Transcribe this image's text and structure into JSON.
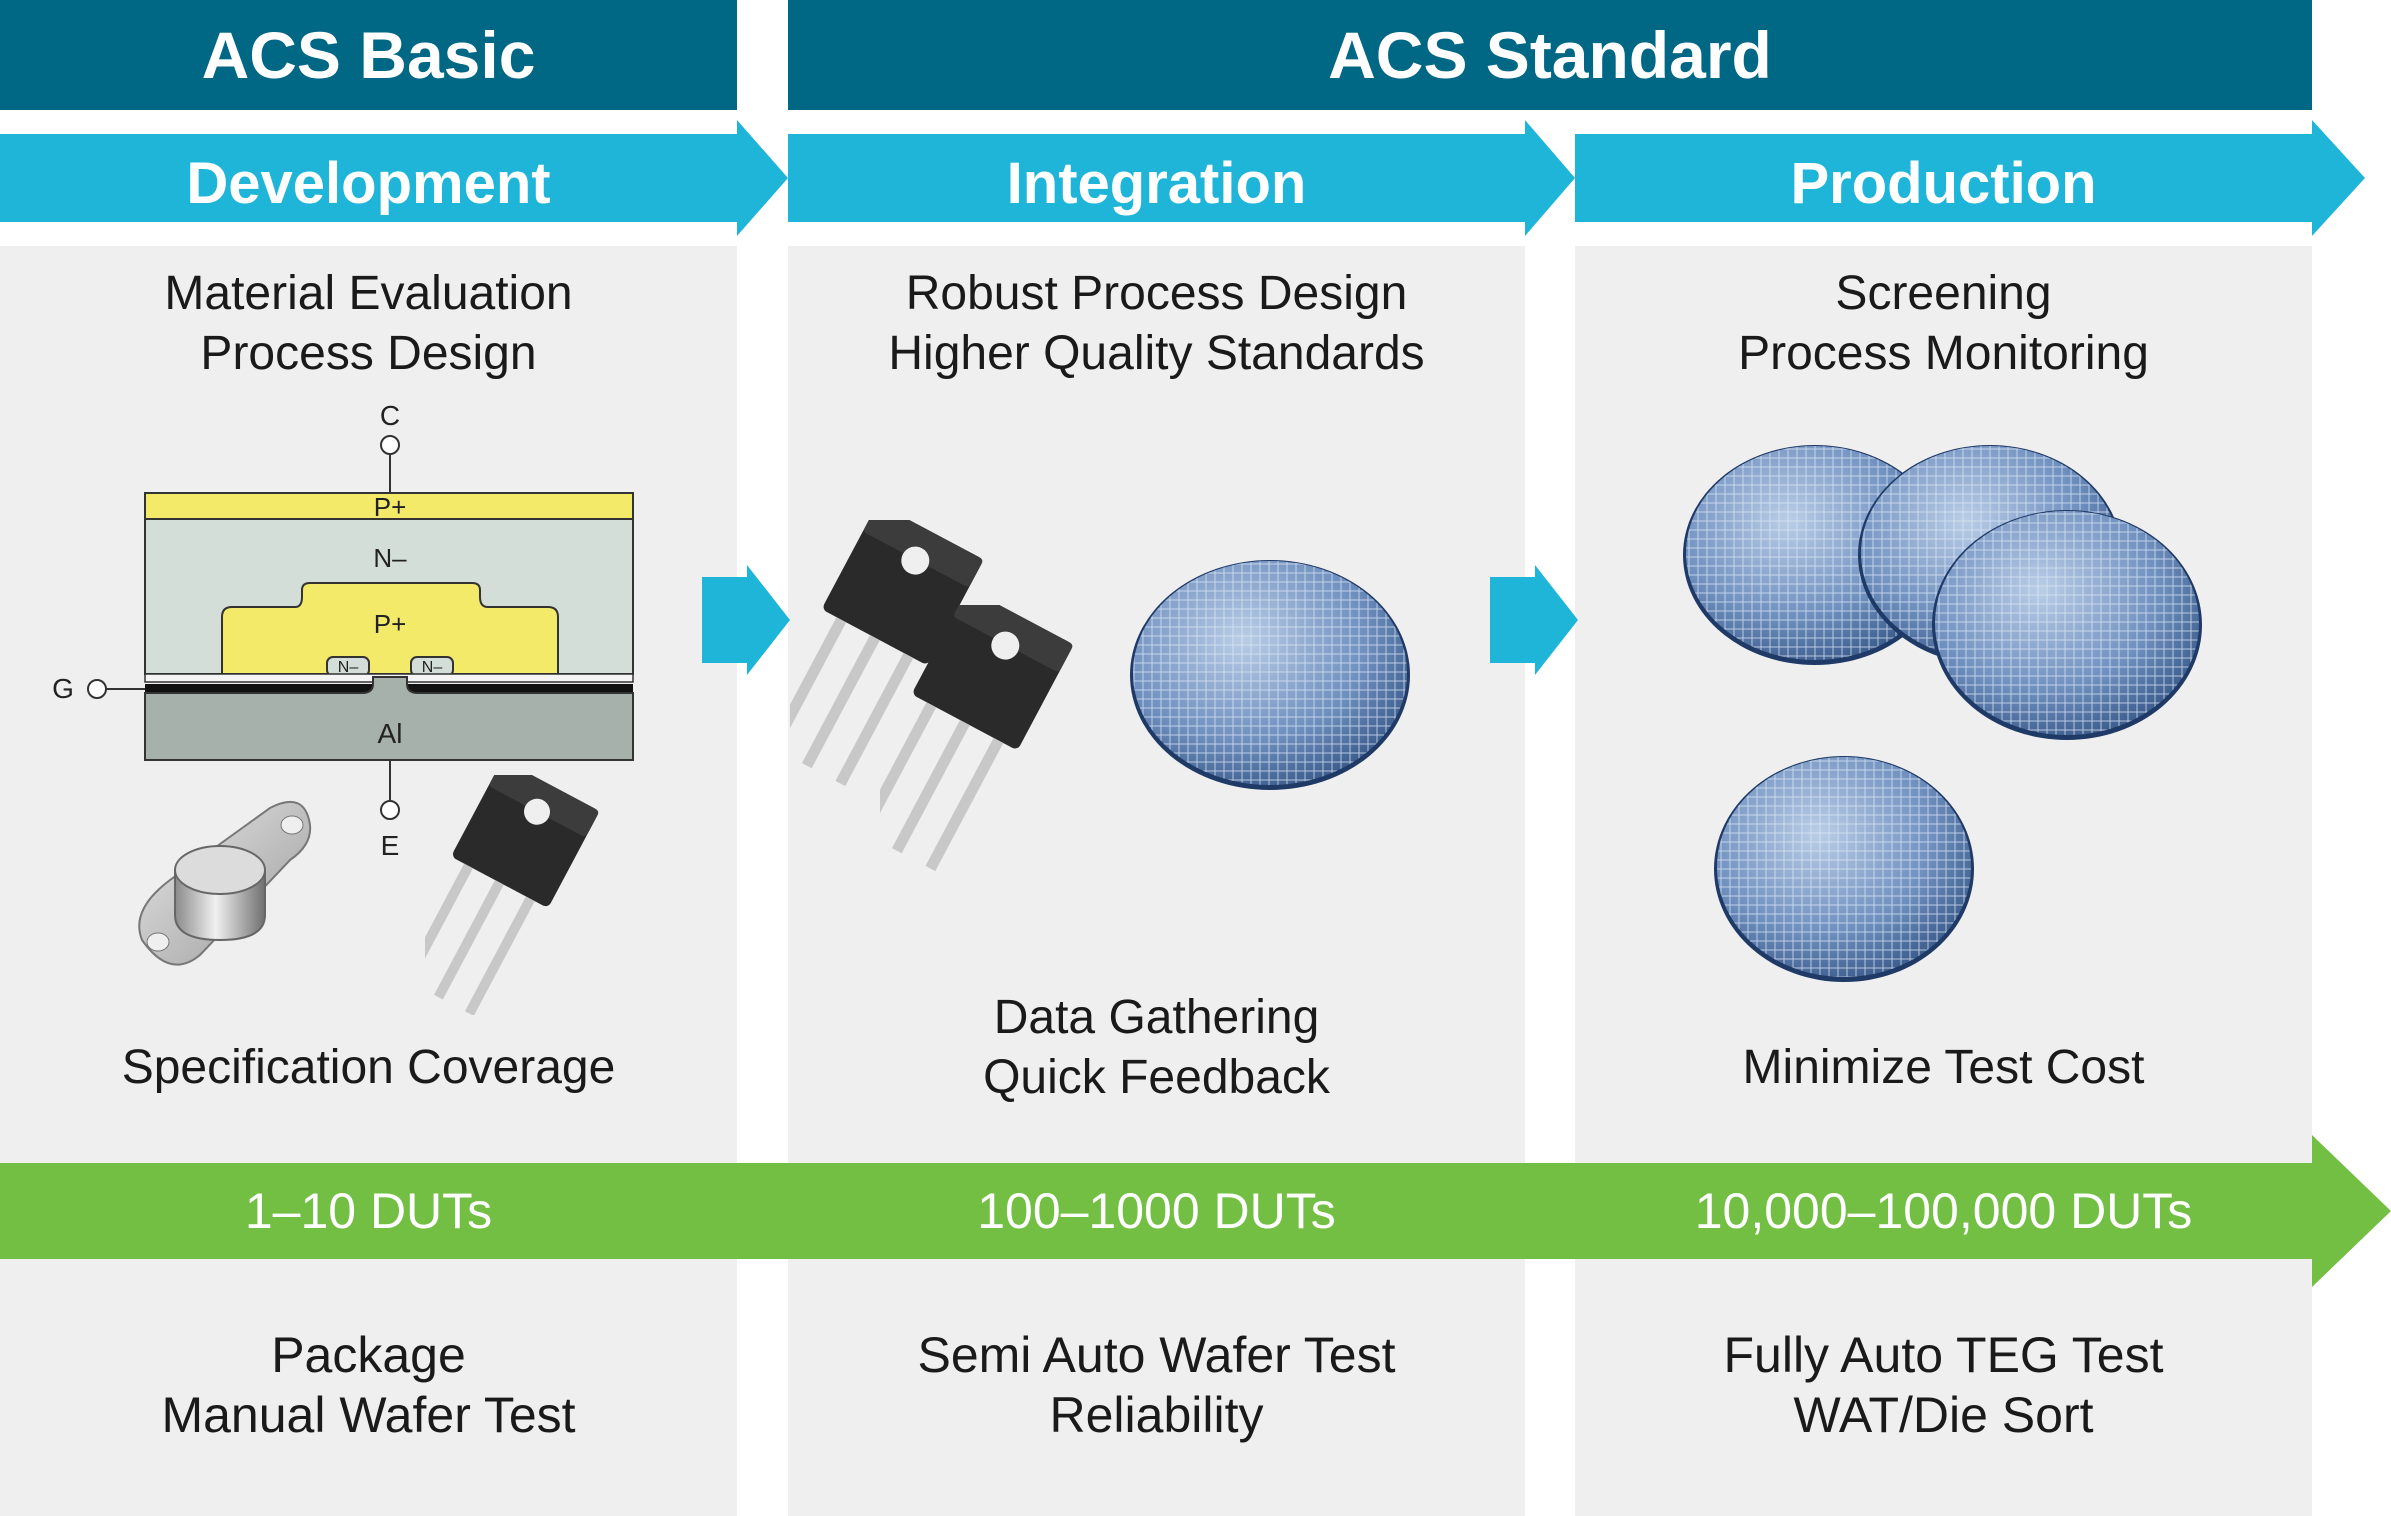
{
  "header": {
    "basic": "ACS Basic",
    "standard": "ACS Standard"
  },
  "phases": [
    {
      "label": "Development",
      "lines": [
        "Material Evaluation",
        "Process Design"
      ],
      "note": [
        "Specification Coverage"
      ],
      "duts": "1–10 DUTs",
      "tests": [
        "Package",
        "Manual Wafer Test"
      ]
    },
    {
      "label": "Integration",
      "lines": [
        "Robust Process Design",
        "Higher Quality Standards"
      ],
      "note": [
        "Data Gathering",
        "Quick Feedback"
      ],
      "duts": "100–1000 DUTs",
      "tests": [
        "Semi Auto Wafer Test",
        "Reliability"
      ]
    },
    {
      "label": "Production",
      "lines": [
        "Screening",
        "Process Monitoring"
      ],
      "note": [
        "Minimize Test Cost"
      ],
      "duts": "10,000–100,000 DUTs",
      "tests": [
        "Fully Auto TEG Test",
        "WAT/Die Sort"
      ]
    }
  ],
  "diagram": {
    "terminal_c": "C",
    "terminal_g": "G",
    "terminal_e": "E",
    "layer_p_top": "P+",
    "layer_n": "N–",
    "layer_p_well": "P+",
    "layer_n_left": "N–",
    "layer_n_right": "N–",
    "layer_al": "Al"
  },
  "colors": {
    "header_dark": "#006784",
    "phase_cyan": "#1fb5d9",
    "dut_green": "#73bf44",
    "panel_gray": "#efefef"
  }
}
